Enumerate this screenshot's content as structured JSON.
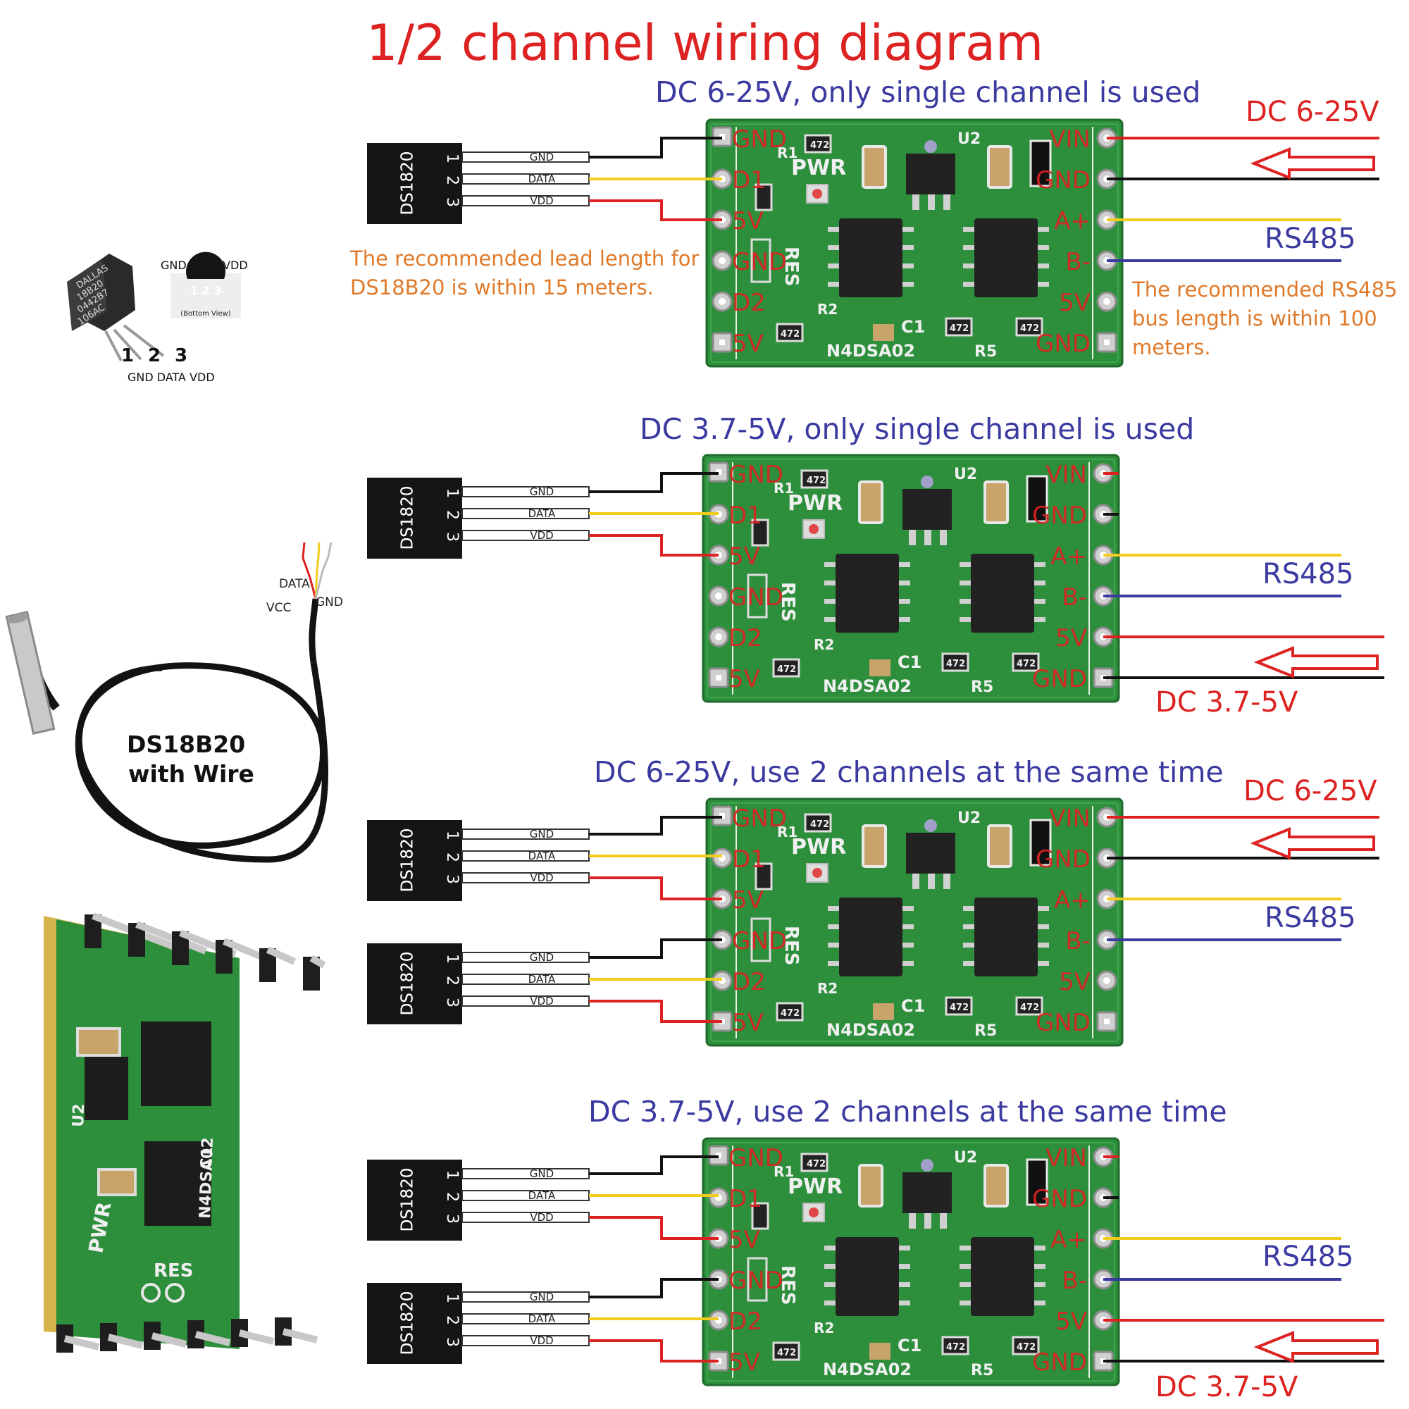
{
  "title": "1/2 channel wiring diagram",
  "colors": {
    "title": "#dd2222",
    "subtitle": "#3a3aa0",
    "note": "#e07a2a",
    "red": "#dd2222",
    "blue": "#3a3aa0",
    "yellow": "#f2cc1c",
    "black": "#111111",
    "pcb": "#2d8f3c",
    "pin_label": "#dd2222"
  },
  "sensor_tag": "DS1820",
  "sensor_pin_numbers": [
    "1",
    "2",
    "3"
  ],
  "sensor_wires": [
    "GND",
    "DATA",
    "VDD"
  ],
  "board": {
    "left_pins": [
      "GND",
      "D1",
      "5V",
      "GND",
      "D2",
      "5V"
    ],
    "right_pins": [
      "VIN",
      "GND",
      "A+",
      "B-",
      "5V",
      "GND"
    ],
    "silk": {
      "pwr": "PWR",
      "res": "RES",
      "model": "N4DSA02",
      "u2": "U2",
      "r1": "R1",
      "r2": "R2",
      "r5": "R5",
      "c1": "C1",
      "resistor": "472"
    }
  },
  "sections": [
    {
      "subtitle": "DC 6-25V, only single channel is used",
      "power_label": "DC 6-25V",
      "rs485_label": "RS485"
    },
    {
      "subtitle": "DC 3.7-5V, only single channel is used",
      "power_label": "DC 3.7-5V",
      "rs485_label": "RS485"
    },
    {
      "subtitle": "DC 6-25V, use 2 channels at the same time",
      "power_label": "DC 6-25V",
      "rs485_label": "RS485"
    },
    {
      "subtitle": "DC 3.7-5V, use 2 channels at the same time",
      "power_label": "DC 3.7-5V",
      "rs485_label": "RS485"
    }
  ],
  "notes": {
    "lead_length": [
      "The recommended lead length for",
      "DS18B20 is within 15 meters."
    ],
    "bus_length": [
      "The recommended RS485",
      "bus length is within 100",
      "meters."
    ]
  },
  "to92": {
    "marking": [
      "DALLAS",
      "18B20",
      "0442B7",
      "106AC"
    ],
    "top_label": "GND DATA VDD",
    "bottom_view_pins": "1 2 3",
    "bottom_view_caption": "(Bottom View)",
    "pin_numbers": [
      "1",
      "2",
      "3"
    ],
    "bottom_label": "GND DATA VDD"
  },
  "probe": {
    "title_line1": "DS18B20",
    "title_line2": "with Wire",
    "wire_labels": [
      "DATA",
      "VCC",
      "GND"
    ]
  }
}
